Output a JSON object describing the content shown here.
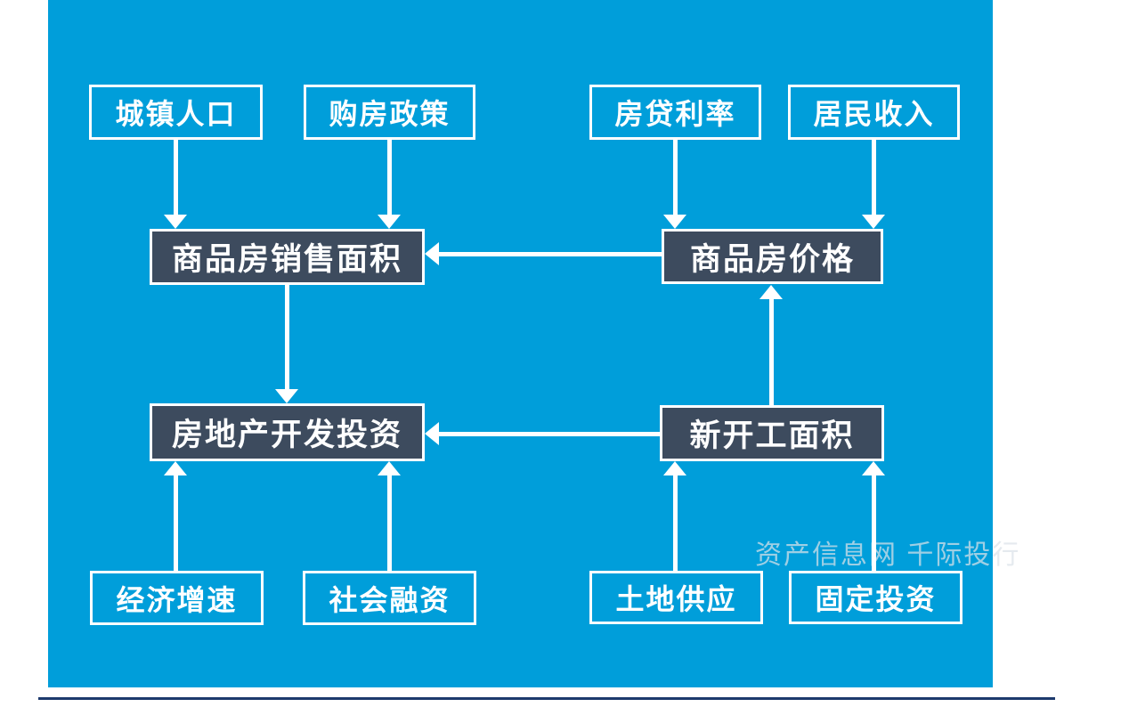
{
  "colors": {
    "canvas-blue": "#009EDA",
    "node-dark": "#3D4B5E",
    "node-border": "#FFFFFF",
    "node-text": "#FFFFFF",
    "arrow-white": "#FFFFFF",
    "rule-navy": "#1D3A6D",
    "watermark-gray": "#DCE3E9"
  },
  "diagram": {
    "watermark": "资产信息网 千际投行",
    "nodes": {
      "urban_population": {
        "label": "城镇人口"
      },
      "purchase_policy": {
        "label": "购房政策"
      },
      "mortgage_rate": {
        "label": "房贷利率"
      },
      "resident_income": {
        "label": "居民收入"
      },
      "commodity_sales_area": {
        "label": "商品房销售面积"
      },
      "housing_price": {
        "label": "商品房价格"
      },
      "dev_investment": {
        "label": "房地产开发投资"
      },
      "new_starts": {
        "label": "新开工面积"
      },
      "economic_growth": {
        "label": "经济增速"
      },
      "social_financing": {
        "label": "社会融资"
      },
      "land_supply": {
        "label": "土地供应"
      },
      "fixed_investment": {
        "label": "固定投资"
      }
    },
    "edges": [
      {
        "from": "urban_population",
        "to": "commodity_sales_area"
      },
      {
        "from": "purchase_policy",
        "to": "commodity_sales_area"
      },
      {
        "from": "mortgage_rate",
        "to": "housing_price"
      },
      {
        "from": "resident_income",
        "to": "housing_price"
      },
      {
        "from": "housing_price",
        "to": "commodity_sales_area"
      },
      {
        "from": "commodity_sales_area",
        "to": "dev_investment"
      },
      {
        "from": "new_starts",
        "to": "dev_investment"
      },
      {
        "from": "new_starts",
        "to": "housing_price"
      },
      {
        "from": "economic_growth",
        "to": "dev_investment"
      },
      {
        "from": "social_financing",
        "to": "dev_investment"
      },
      {
        "from": "land_supply",
        "to": "new_starts"
      },
      {
        "from": "fixed_investment",
        "to": "new_starts"
      }
    ]
  }
}
